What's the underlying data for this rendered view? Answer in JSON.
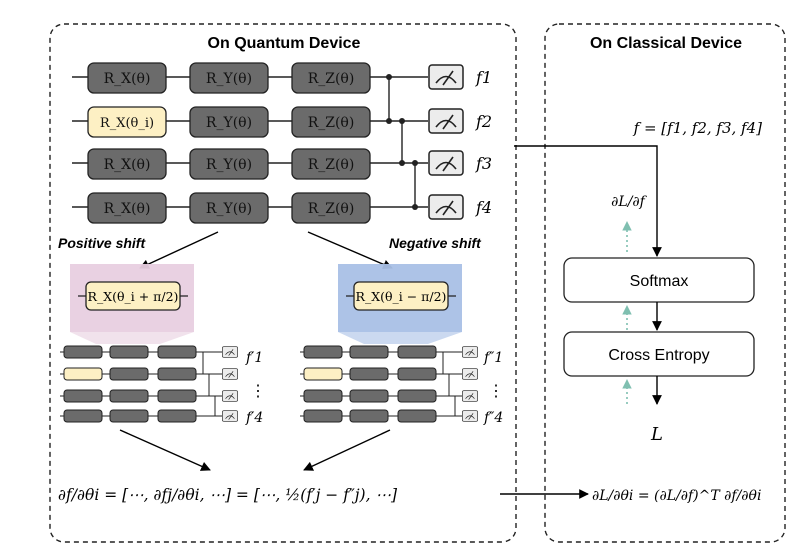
{
  "panels": {
    "quantum_title": "On Quantum Device",
    "classical_title": "On Classical Device"
  },
  "gates": {
    "rx": "R_X(θ)",
    "rx_i": "R_X(θ_i)",
    "ry": "R_Y(θ)",
    "rz": "R_Z(θ)",
    "rx_plus": "R_X(θ_i + π/2)",
    "rx_minus": "R_X(θ_i − π/2)"
  },
  "outputs": [
    "f1",
    "f2",
    "f3",
    "f4"
  ],
  "shift_labels": {
    "positive": "Positive shift",
    "negative": "Negative shift"
  },
  "mini_outputs": {
    "pos_top": "f′1",
    "pos_bottom": "f′4",
    "neg_top": "f″1",
    "neg_bottom": "f″4",
    "dots": "⋮"
  },
  "classical": {
    "f_vector": "f = [f1, f2, f3, f4]",
    "dL_df": "∂L/∂f",
    "softmax": "Softmax",
    "cross_entropy": "Cross Entropy",
    "loss": "L"
  },
  "equations": {
    "quantum_grad": "∂f/∂θi = [⋯, ∂fj/∂θi, ⋯] = [⋯, ½(f′j − f″j), ⋯]",
    "classical_grad": "∂L/∂θi = (∂L/∂f)^T ∂f/∂θi"
  },
  "colors": {
    "gate_dark": "#6b6b6b",
    "gate_highlight": "#fdf0c4",
    "pos_shift_bg": "#e8cfe0",
    "neg_shift_bg": "#a9c0e6",
    "teal_arrow": "#7fbfb0"
  }
}
